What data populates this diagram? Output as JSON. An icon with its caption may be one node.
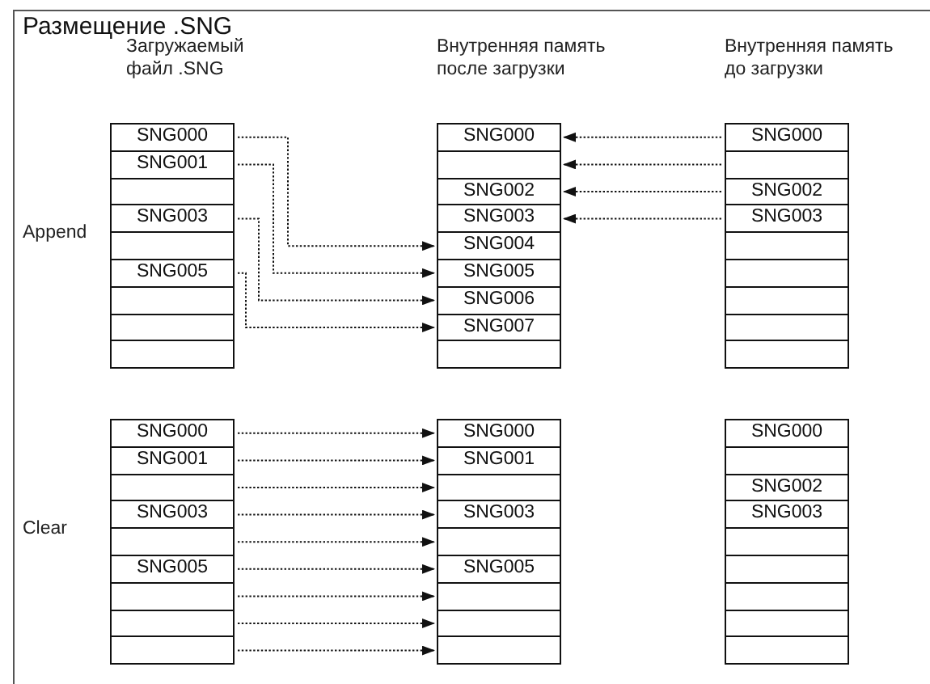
{
  "diagram": {
    "title": "Размещение .SNG",
    "nodes": [
      {
        "text": [
          "SNG000"
        ]
      },
      {
        "text": [
          "SNG001"
        ]
      },
      {
        "text": [],
        "shape": "box"
      },
      {
        "text": [
          "SNG003"
        ]
      },
      {
        "text": [],
        "shape": "box"
      },
      {
        "text": [
          "SNG005"
        ]
      },
      {
        "text": [],
        "shape": "box"
      },
      {
        "text": [],
        "shape": "box"
      },
      {
        "text": [],
        "shape": "box"
      },
      {
        "text": [
          "SNG000"
        ]
      },
      {
        "text": [],
        "shape": "box"
      },
      {
        "text": [
          "SNG002"
        ]
      },
      {
        "text": [
          "SNG003"
        ]
      },
      {
        "text": [
          "SNG004"
        ]
      },
      {
        "text": [
          "SNG005"
        ]
      },
      {
        "text": [
          "SNG006"
        ]
      },
      {
        "text": [
          "SNG007"
        ]
      },
      {
        "text": [],
        "shape": "box"
      },
      {
        "text": [
          "SNG000"
        ]
      },
      {
        "text": [],
        "shape": "box"
      },
      {
        "text": [
          "SNG002"
        ]
      },
      {
        "text": [
          "SNG003"
        ]
      },
      {
        "text": [],
        "shape": "box"
      },
      {
        "text": [],
        "shape": "box"
      },
      {
        "text": [],
        "shape": "box"
      },
      {
        "text": [],
        "shape": "box"
      },
      {
        "text": [],
        "shape": "box"
      },
      {
        "text": [
          "SNG000"
        ]
      },
      {
        "text": [
          "SNG001"
        ]
      },
      {
        "text": [],
        "shape": "box"
      },
      {
        "text": [
          "SNG003"
        ]
      },
      {
        "text": [],
        "shape": "box"
      },
      {
        "text": [
          "SNG005"
        ]
      },
      {
        "text": [],
        "shape": "box"
      },
      {
        "text": [],
        "shape": "box"
      },
      {
        "text": [],
        "shape": "box"
      },
      {
        "text": [
          "SNG000"
        ]
      },
      {
        "text": [
          "SNG001"
        ]
      },
      {
        "text": [],
        "shape": "box"
      },
      {
        "text": [
          "SNG003"
        ]
      },
      {
        "text": [],
        "shape": "box"
      },
      {
        "text": [
          "SNG005"
        ]
      },
      {
        "text": [],
        "shape": "box"
      },
      {
        "text": [],
        "shape": "box"
      },
      {
        "text": [],
        "shape": "box"
      },
      {
        "text": [
          "SNG000"
        ]
      },
      {
        "text": [],
        "shape": "box"
      },
      {
        "text": [
          "SNG002"
        ]
      },
      {
        "text": [
          "SNG003"
        ]
      },
      {
        "text": [],
        "shape": "box"
      },
      {
        "text": [],
        "shape": "box"
      },
      {
        "text": [],
        "shape": "box"
      },
      {
        "text": [],
        "shape": "box"
      },
      {
        "text": [],
        "shape": "box"
      }
    ],
    "edges": [
      {
        "from": 18,
        "to": 9,
        "arrow": "to",
        "style": "dashed"
      },
      {
        "from": 19,
        "to": 10,
        "arrow": "to",
        "style": "dashed"
      },
      {
        "from": 20,
        "to": 11,
        "arrow": "to",
        "style": "dashed"
      },
      {
        "from": 21,
        "to": 12,
        "arrow": "to",
        "style": "dashed"
      },
      {
        "from": 0,
        "to": 13,
        "arrow": "to",
        "style": "dashed"
      },
      {
        "from": 1,
        "to": 14,
        "arrow": "to",
        "style": "dashed"
      },
      {
        "from": 3,
        "to": 15,
        "arrow": "to",
        "style": "dashed"
      },
      {
        "from": 5,
        "to": 16,
        "arrow": "to",
        "style": "dashed"
      },
      {
        "from": 27,
        "to": 36,
        "arrow": "to",
        "style": "dashed"
      },
      {
        "from": 28,
        "to": 37,
        "arrow": "to",
        "style": "dashed"
      },
      {
        "from": 29,
        "to": 38,
        "arrow": "to",
        "style": "dashed"
      },
      {
        "from": 30,
        "to": 39,
        "arrow": "to",
        "style": "dashed"
      },
      {
        "from": 31,
        "to": 40,
        "arrow": "to",
        "style": "dashed"
      },
      {
        "from": 32,
        "to": 41,
        "arrow": "to",
        "style": "dashed"
      },
      {
        "from": 33,
        "to": 42,
        "arrow": "to",
        "style": "dashed"
      },
      {
        "from": 34,
        "to": 43,
        "arrow": "to",
        "style": "dashed"
      },
      {
        "from": 35,
        "to": 44,
        "arrow": "to",
        "style": "dashed"
      }
    ],
    "labels": [
      "Загружаемый файл .SNG",
      "Внутренняя память после загрузки",
      "Внутренняя память до загрузки",
      "Append",
      "Clear"
    ]
  }
}
